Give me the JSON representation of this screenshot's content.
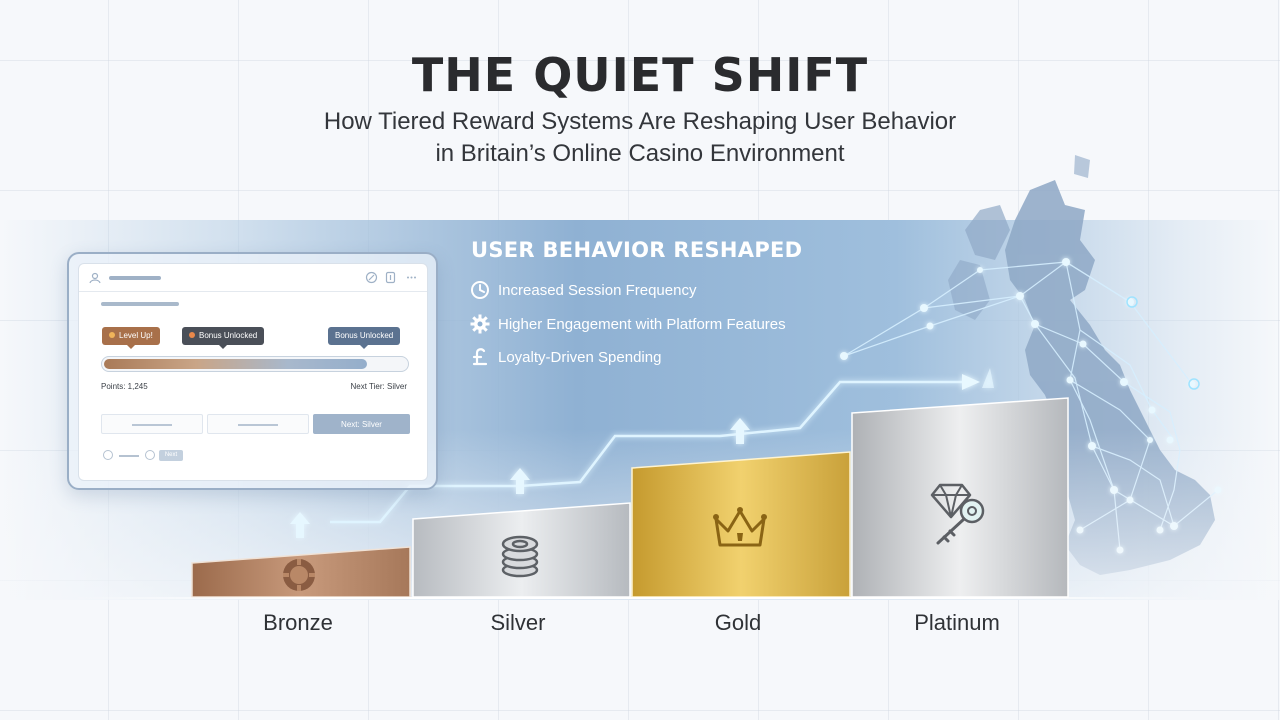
{
  "header": {
    "title": "THE QUIET SHIFT",
    "subtitle_line1": "How Tiered Reward Systems Are Reshaping User Behavior",
    "subtitle_line2": "in Britain’s Online Casino Environment"
  },
  "dashboard": {
    "badges": [
      {
        "label": "Level Up!",
        "color": "#a8704a"
      },
      {
        "label": "Bonus Unlocked",
        "color": "#4a4f58"
      },
      {
        "label": "Bonus Unlocked",
        "color": "#5b7290"
      }
    ],
    "progress_fraction": 0.87,
    "points": "Points: 1,245",
    "next_tier": "Next Tier: Silver",
    "primary_button": "Next: Silver",
    "footer_chip": "Next"
  },
  "behavior": {
    "title": "USER BEHAVIOR RESHAPED",
    "items": [
      {
        "label": "Increased Session Frequency",
        "icon": "clock-icon"
      },
      {
        "label": "Higher Engagement with Platform Features",
        "icon": "gear-icon"
      },
      {
        "label": "Loyalty-Driven Spending",
        "icon": "pound-icon"
      }
    ]
  },
  "tiers": [
    {
      "name": "Bronze",
      "icon": "casino-chip-icon",
      "color": "#b98867"
    },
    {
      "name": "Silver",
      "icon": "chip-stack-icon",
      "color": "#c9ccd0"
    },
    {
      "name": "Gold",
      "icon": "crown-icon",
      "color": "#d9b14a"
    },
    {
      "name": "Platinum",
      "icon": "diamond-key-icon",
      "color": "#c7c9cc"
    }
  ],
  "colors": {
    "band": "#8fb1d3",
    "accent_glow": "#bfe6ff",
    "text_dark": "#2a2b2e"
  }
}
